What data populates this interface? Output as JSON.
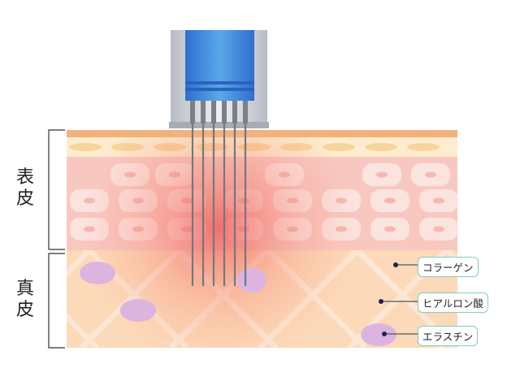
{
  "layers": {
    "epidermis": "表皮",
    "dermis": "真皮"
  },
  "labels": {
    "collagen": "コラーゲン",
    "hyaluronic_acid": "ヒアルロン酸",
    "elastin": "エラスチン"
  },
  "colors": {
    "epidermis": "#f8c8c0",
    "dermis": "#fcd9b8",
    "device_blue": "#3a8ee0",
    "label_border": "#7fcfc0",
    "elastin": "#d9b3e0"
  },
  "needle_count": 6
}
